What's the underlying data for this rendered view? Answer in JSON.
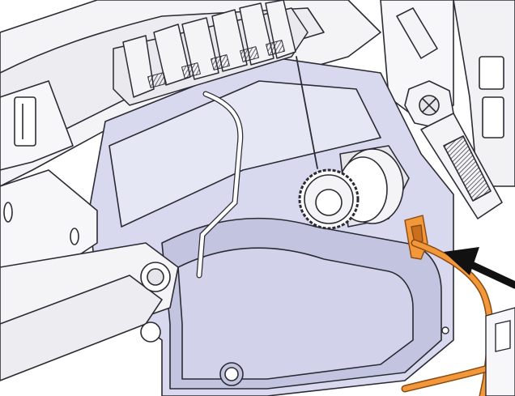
{
  "illustration": {
    "colors": {
      "outline": "#2b2b33",
      "body_fill": "#d8d9ee",
      "body_fill_dark": "#c3c5e0",
      "body_fill_light": "#e6e7f4",
      "metal_fill": "#f4f4f6",
      "metal_shade": "#dcdce2",
      "highlight_orange": "#f2973a",
      "highlight_orange_dark": "#c96f1e",
      "arrow_black": "#111111",
      "background": "#ffffff"
    },
    "components": {
      "reservoir": "translucent-reservoir",
      "filler_cap": "knurled-filler-cap",
      "tie_wrap": "orange-tie-wrap",
      "clip": "orange-retaining-clip",
      "pointer": "indicator-arrow",
      "connectors": "wire-connector-block",
      "bolt": "hex-bolt",
      "bracket": "mounting-bracket",
      "sensor": "level-sensor"
    }
  }
}
